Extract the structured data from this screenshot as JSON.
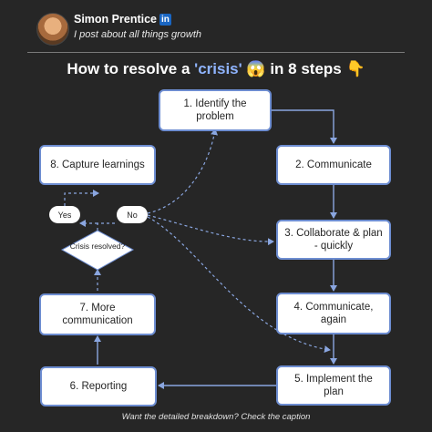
{
  "header": {
    "author_name": "Simon Prentice",
    "linkedin_badge": "in",
    "tagline": "I post about all things growth"
  },
  "title": {
    "prefix": "How to resolve a ",
    "highlight": "'crisis'",
    "emoji1": "😱",
    "suffix": " in 8 steps ",
    "emoji2": "👇"
  },
  "steps": {
    "s1": "1. Identify the problem",
    "s2": "2. Communicate",
    "s3": "3. Collaborate & plan - quickly",
    "s4": "4. Communicate, again",
    "s5": "5. Implement the plan",
    "s6": "6. Reporting",
    "s7": "7. More communication",
    "s8": "8. Capture learnings"
  },
  "decision": {
    "label": "Crisis resolved?",
    "yes": "Yes",
    "no": "No"
  },
  "footer": "Want the detailed breakdown? Check the caption",
  "colors": {
    "background": "#262626",
    "box_border": "#6d8dd1",
    "arrow": "#8aa6e0",
    "highlight": "#8fb4ff"
  }
}
